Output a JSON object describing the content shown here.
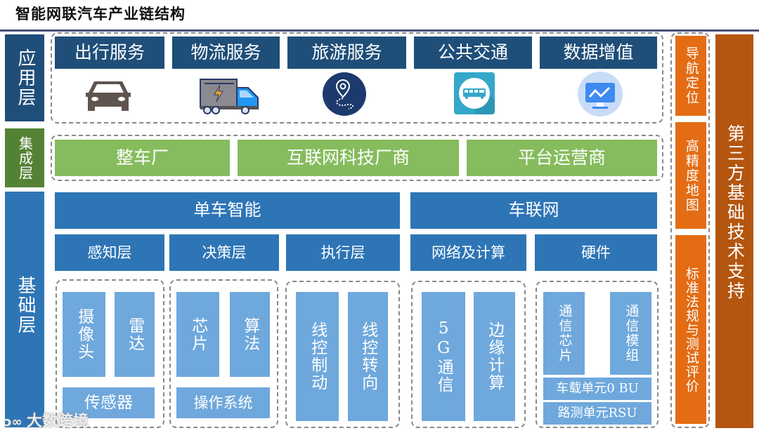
{
  "title": "智能网联汽车产业链结构",
  "layers": {
    "application": "应用层",
    "integration": "集成层",
    "foundation": "基础层"
  },
  "application": {
    "items": [
      {
        "label": "出行服务",
        "icon": "car-icon"
      },
      {
        "label": "物流服务",
        "icon": "truck-icon"
      },
      {
        "label": "旅游服务",
        "icon": "map-pin-route-icon"
      },
      {
        "label": "公共交通",
        "icon": "bus-icon"
      },
      {
        "label": "数据增值",
        "icon": "monitor-chart-icon"
      }
    ]
  },
  "integration": {
    "items": [
      "整车厂",
      "互联网科技厂商",
      "平台运营商"
    ]
  },
  "foundation": {
    "vehicle_intelligence": {
      "label": "单车智能",
      "groups": [
        {
          "label": "感知层",
          "leaves": [
            "摄像头",
            "雷达"
          ],
          "footer": "传感器"
        },
        {
          "label": "决策层",
          "leaves": [
            "芯片",
            "算法"
          ],
          "footer": "操作系统"
        },
        {
          "label": "执行层",
          "leaves": [
            "线控制动",
            "线控转向"
          ]
        }
      ]
    },
    "iov": {
      "label": "车联网",
      "groups": [
        {
          "label": "网络及计算",
          "leaves": [
            "5G通信",
            "边缘计算"
          ]
        },
        {
          "label": "硬件",
          "leaves": [
            "通信芯片",
            "通信模组"
          ],
          "footers": [
            "车载单元0 BU",
            "路测单元RSU"
          ]
        }
      ]
    }
  },
  "third_party": {
    "items": [
      "导航定位",
      "高精度地图",
      "标准法规与测试评价"
    ],
    "label": "第三方基础技术支持"
  },
  "watermark": "大数跨境",
  "colors": {
    "navy": "#1f4e79",
    "green_dark": "#548235",
    "green": "#86bc5d",
    "blue": "#2e75b6",
    "light_blue": "#6fa8dc",
    "orange": "#e36c14",
    "brown": "#b4560f"
  }
}
